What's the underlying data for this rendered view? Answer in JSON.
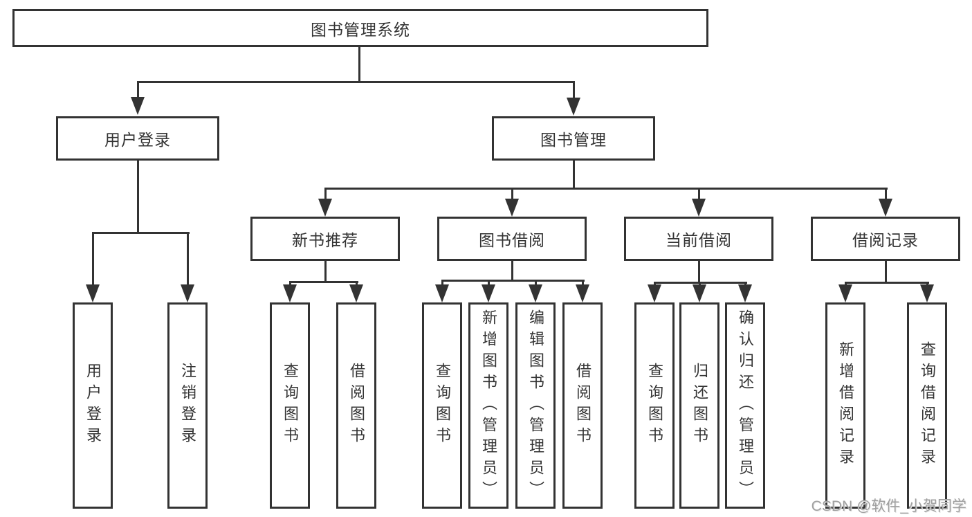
{
  "colors": {
    "line": "#333333",
    "text": "#333333",
    "background": "#ffffff",
    "watermark": "#a0a0a0"
  },
  "diagram": {
    "root": {
      "label": "图书管理系统"
    },
    "level2": [
      {
        "id": "user-login",
        "label": "用户登录"
      },
      {
        "id": "book-management",
        "label": "图书管理"
      }
    ],
    "level3": [
      {
        "id": "new-book-recommendation",
        "label": "新书推荐"
      },
      {
        "id": "book-borrowing",
        "label": "图书借阅"
      },
      {
        "id": "current-borrowing",
        "label": "当前借阅"
      },
      {
        "id": "borrowing-records",
        "label": "借阅记录"
      }
    ],
    "leaves": [
      {
        "parent": "user-login",
        "label": "用户登录"
      },
      {
        "parent": "user-login",
        "label": "注销登录"
      },
      {
        "parent": "new-book-recommendation",
        "label": "查询图书"
      },
      {
        "parent": "new-book-recommendation",
        "label": "借阅图书"
      },
      {
        "parent": "book-borrowing",
        "label": "查询图书"
      },
      {
        "parent": "book-borrowing",
        "label": "新增图书（管理员）"
      },
      {
        "parent": "book-borrowing",
        "label": "编辑图书（管理员）"
      },
      {
        "parent": "book-borrowing",
        "label": "借阅图书"
      },
      {
        "parent": "current-borrowing",
        "label": "查询图书"
      },
      {
        "parent": "current-borrowing",
        "label": "归还图书"
      },
      {
        "parent": "current-borrowing",
        "label": "确认归还（管理员）"
      },
      {
        "parent": "borrowing-records",
        "label": "新增借阅记录"
      },
      {
        "parent": "borrowing-records",
        "label": "查询借阅记录"
      }
    ]
  },
  "watermark": {
    "text": "CSDN @软件_小贺同学"
  }
}
